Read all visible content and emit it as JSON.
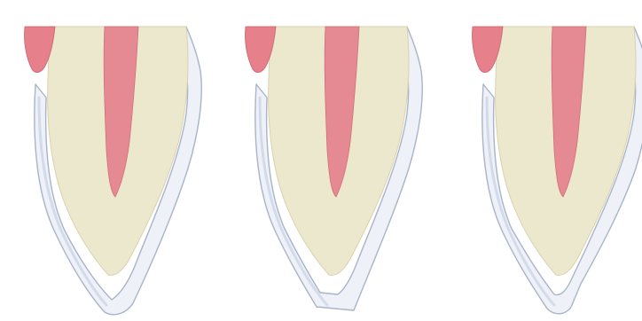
{
  "colors": {
    "background": "#ffffff",
    "dentin": "#ece8cd",
    "dentin_edge": "#d9d2ae",
    "pulp": "#e58a92",
    "pulp_edge": "#d06e79",
    "gingiva": "#e6808b",
    "gingiva_edge": "#c9616d",
    "enamel": "#eef1f8",
    "enamel_edge": "#a9b4c8",
    "enamel_shadow": "#d3dbea"
  },
  "teeth": [
    {
      "id": 1,
      "variant": "smooth-incisal-edge"
    },
    {
      "id": 2,
      "variant": "flat-worn-incisal-edge"
    },
    {
      "id": 3,
      "variant": "notched-incisal-edge"
    }
  ]
}
